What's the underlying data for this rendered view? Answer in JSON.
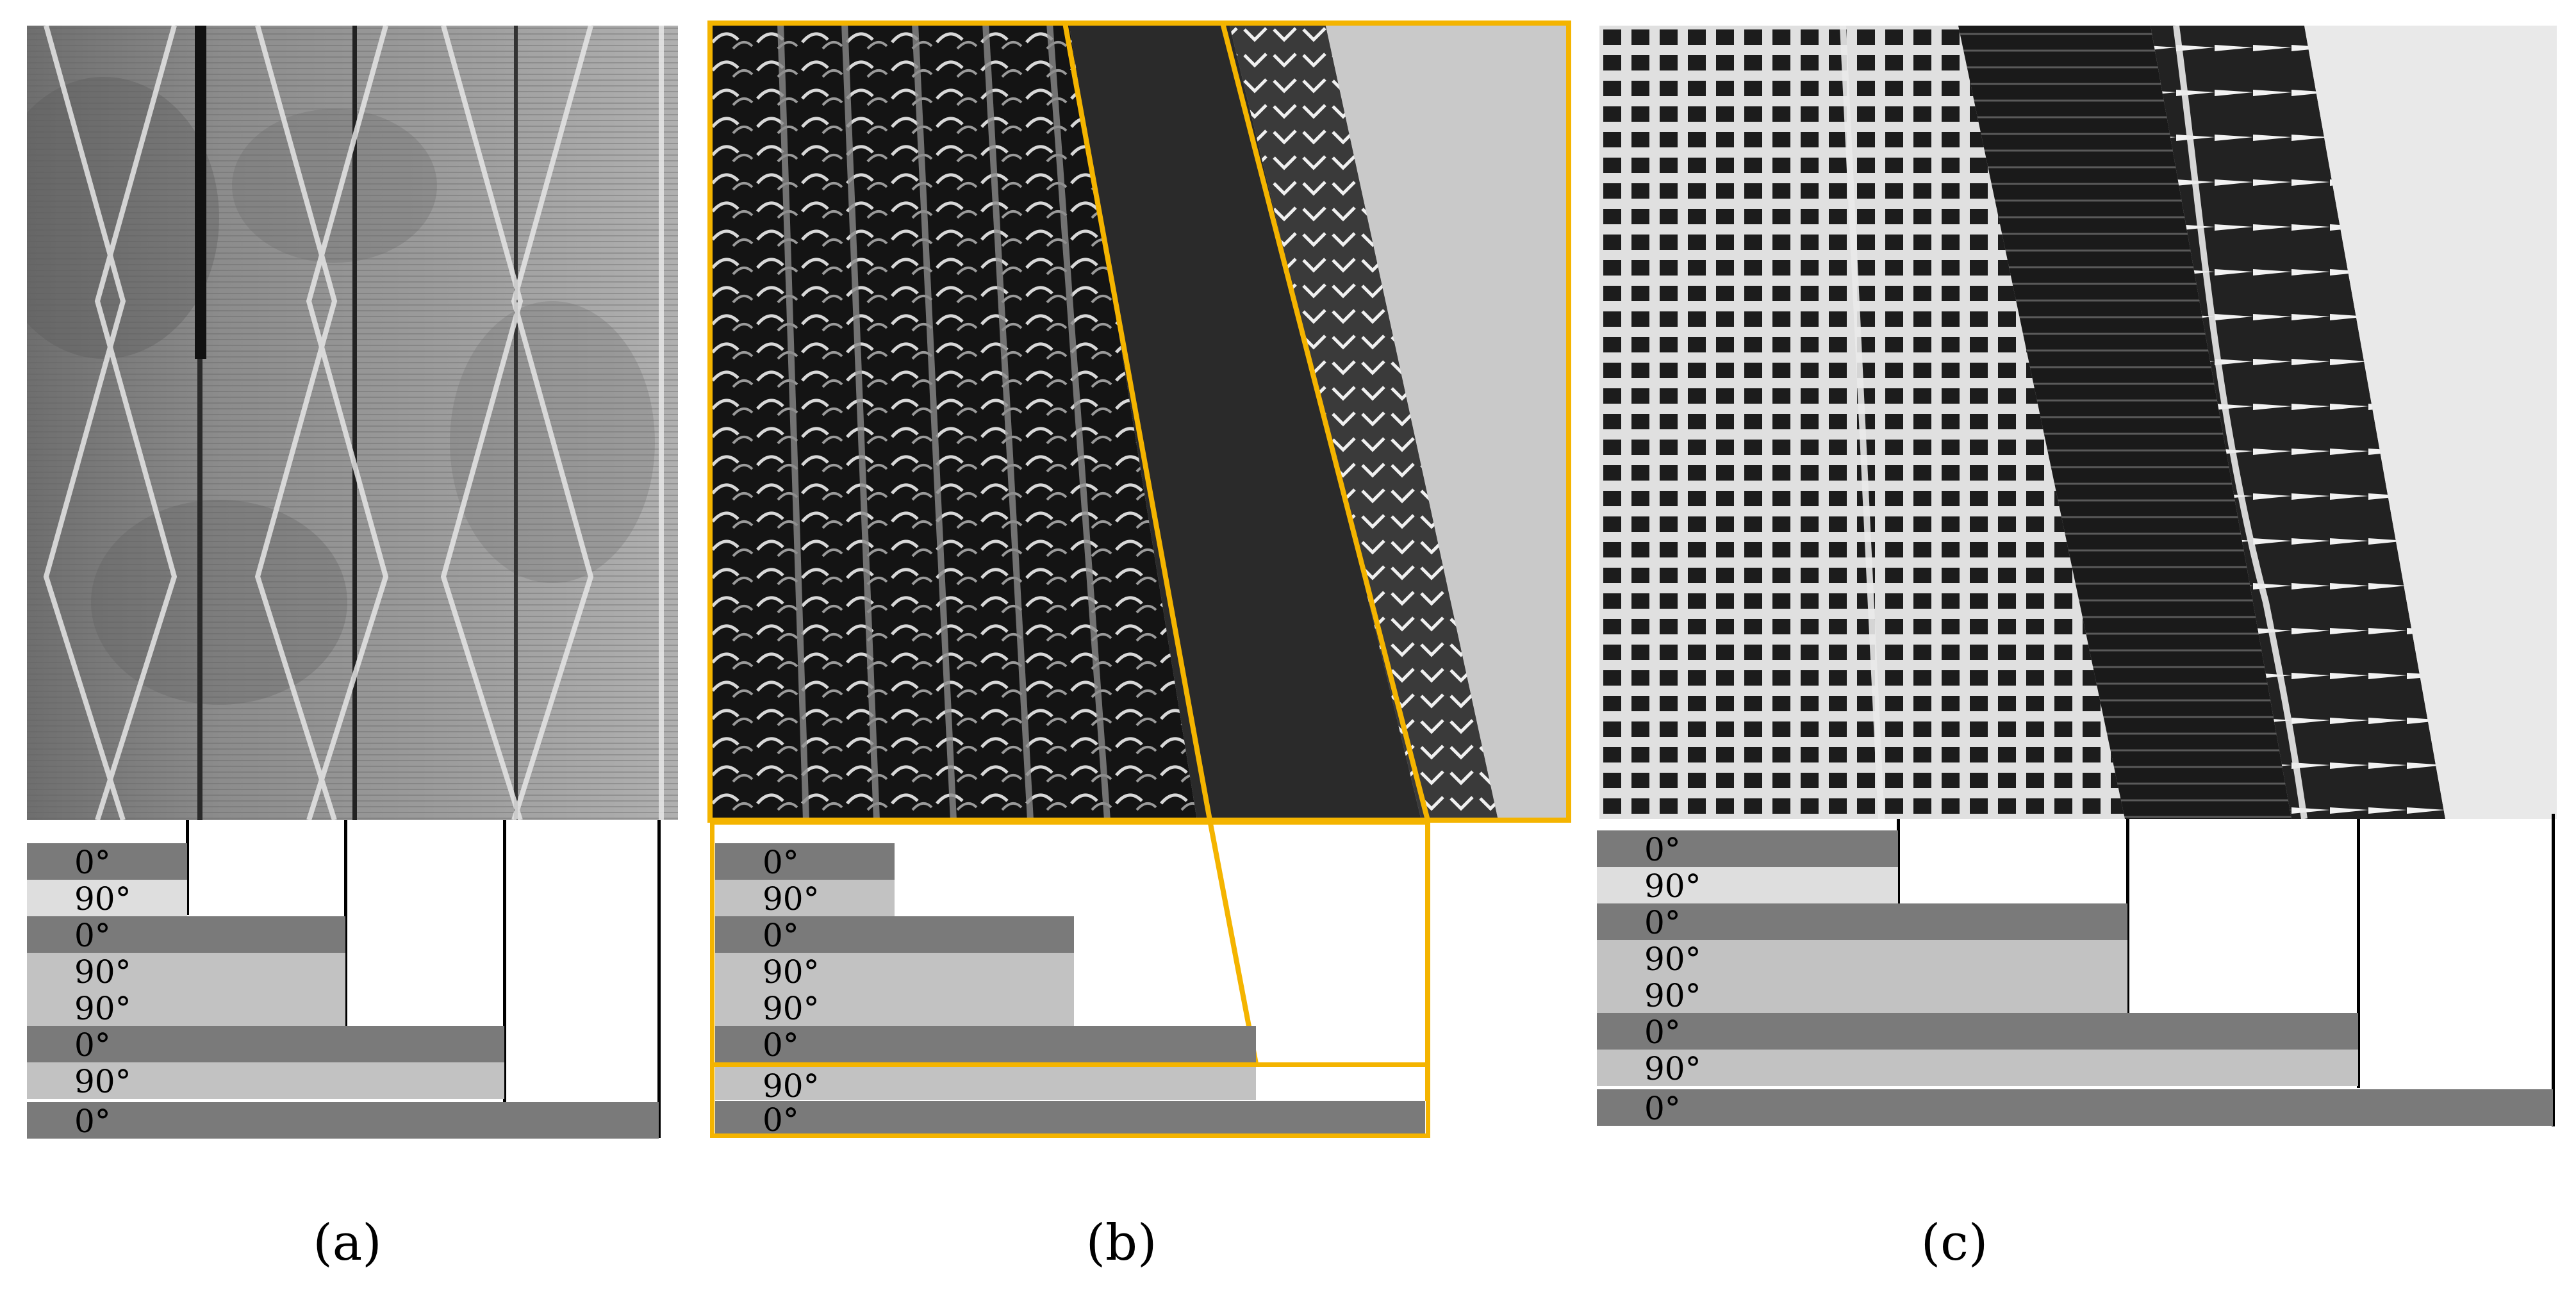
{
  "panels": [
    {
      "id": "a",
      "caption": "(a)",
      "layers": [
        "0°",
        "90°",
        "0°",
        "90°",
        "90°",
        "0°",
        "90°",
        "0°"
      ]
    },
    {
      "id": "b",
      "caption": "(b)",
      "layers": [
        "0°",
        "90°",
        "0°",
        "90°",
        "90°",
        "0°",
        "90°",
        "0°"
      ]
    },
    {
      "id": "c",
      "caption": "(c)",
      "layers": [
        "0°",
        "90°",
        "0°",
        "90°",
        "90°",
        "0°",
        "90°",
        "0°"
      ]
    }
  ],
  "colors": {
    "layer_0deg": "#7a7a7a",
    "layer_90deg": "#c2c2c2",
    "highlight": "#f4b400"
  }
}
